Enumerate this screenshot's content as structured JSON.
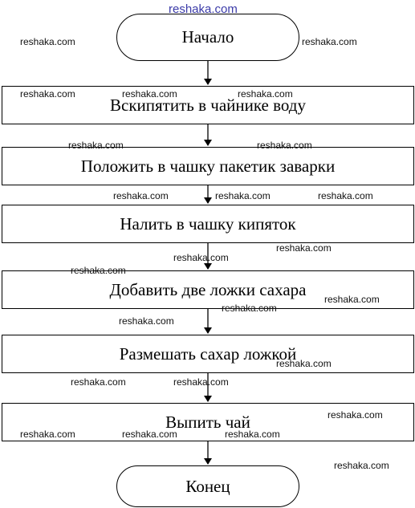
{
  "diagram": {
    "start": "Начало",
    "steps": [
      "Вскипятить в чайнике воду",
      "Положить в чашку пакетик заварки",
      "Налить в чашку кипяток",
      "Добавить две ложки сахара",
      "Размешать сахар ложкой",
      "Выпить чай"
    ],
    "end": "Конец"
  },
  "watermark": {
    "text": "reshaka.com",
    "color": "#3a3aa8"
  }
}
